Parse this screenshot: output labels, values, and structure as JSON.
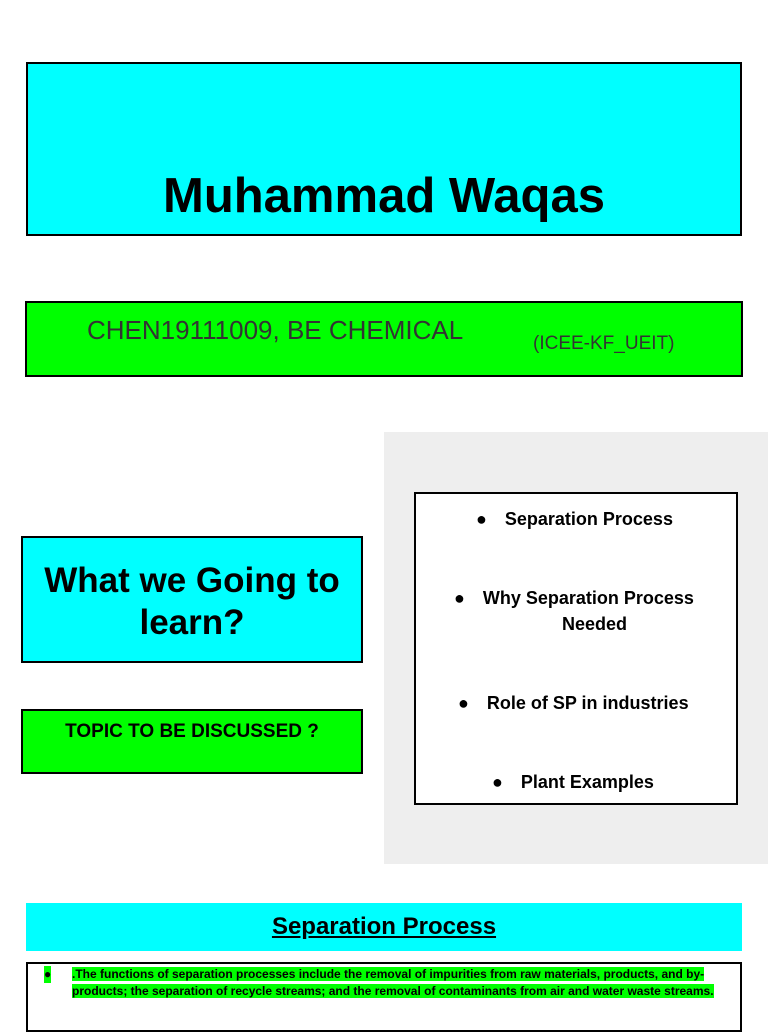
{
  "title": "Muhammad Waqas",
  "id_line": {
    "main": "CHEN19111009, BE CHEMICAL",
    "sub": "(ICEE-KF_UEIT)"
  },
  "learn_heading": "What we Going to learn?",
  "discuss_label": "TOPIC TO BE DISCUSSED ?",
  "topics": [
    {
      "bullet": "●",
      "line1": "Separation Process",
      "line2": ""
    },
    {
      "bullet": "●",
      "line1": "Why Separation Process",
      "line2": "Needed"
    },
    {
      "bullet": "●",
      "line1": "Role of SP in industries",
      "line2": ""
    },
    {
      "bullet": "●",
      "line1": "Plant Examples",
      "line2": ""
    }
  ],
  "section": {
    "heading": "Separation Process",
    "bullet": "●",
    "paragraph": ".The functions of separation processes include the removal of impurities from raw materials, products, and by-products; the separation of recycle streams; and the removal of contaminants from air and water waste streams."
  },
  "colors": {
    "cyan": "#00ffff",
    "green": "#00ff00",
    "panel_grey": "#eeeeee"
  }
}
